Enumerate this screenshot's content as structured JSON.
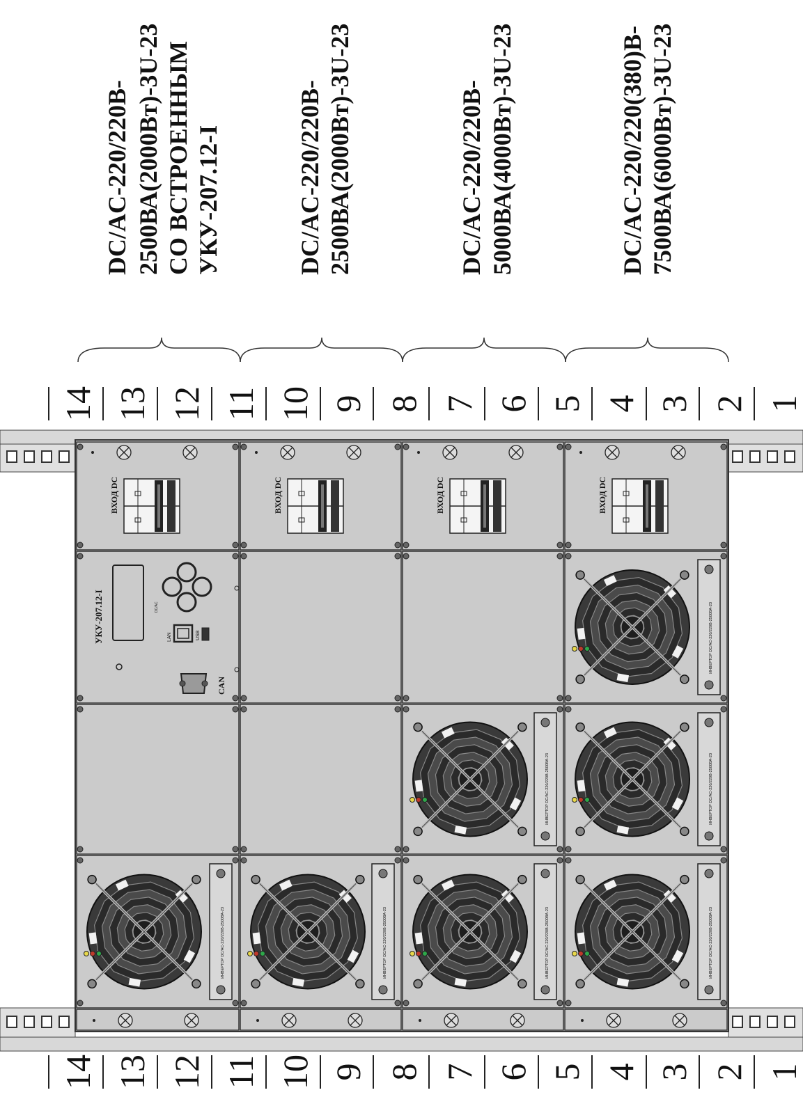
{
  "units": [
    "1",
    "2",
    "3",
    "4",
    "5",
    "6",
    "7",
    "8",
    "9",
    "10",
    "11",
    "12",
    "13",
    "14"
  ],
  "groups": [
    {
      "lines": [
        "DC/AC-220/220В-",
        "2500ВА(2000Вт)-3U-23",
        "СО ВСТРОЕННЫМ",
        "УКУ-207.12-I"
      ]
    },
    {
      "lines": [
        "DC/AC-220/220В-",
        "2500ВА(2000Вт)-3U-23"
      ]
    },
    {
      "lines": [
        "DC/AC-220/220В-",
        "5000ВА(4000Вт)-3U-23"
      ]
    },
    {
      "lines": [
        "DC/AC-220/220(380)В-",
        "7500ВА(6000Вт)-3U-23"
      ]
    }
  ],
  "labels": {
    "input_dc": "ВХОД DC",
    "controller": "УКУ-207.12-I",
    "can": "CAN",
    "lan": "LAN",
    "usb": "USB",
    "inverter_text": "ИНВЕРТОР DC/AC-220/220В-2500ВА-23"
  },
  "colors": {
    "panel": "#d0d0d0",
    "fan_dark": "#2e2e2e",
    "rail": "#cfcfcf"
  }
}
